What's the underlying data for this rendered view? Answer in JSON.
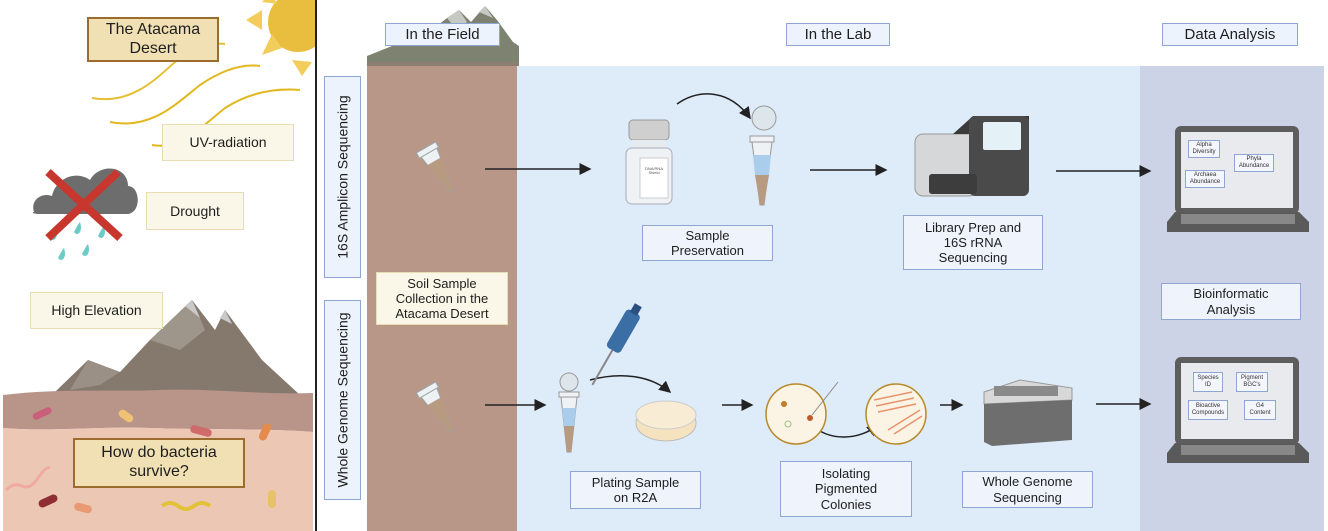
{
  "left_panel": {
    "title": "The Atacama Desert",
    "factors": [
      "UV-radiation",
      "Drought",
      "High Elevation"
    ],
    "question": "How do bacteria survive?",
    "colors": {
      "sun": "#e9bd3d",
      "soil_dark": "#b89487",
      "soil_light": "#ecc8b4",
      "cross": "#c8372d",
      "cloud": "#6d6d6d",
      "rain": "#6ccbc6"
    }
  },
  "headers": {
    "field": "In the Field",
    "lab": "In the Lab",
    "analysis": "Data Analysis"
  },
  "rows": {
    "top": "16S Amplicon Sequencing",
    "bottom": "Whole Genome Sequencing"
  },
  "field": {
    "step": "Soil Sample\nCollection in the\nAtacama Desert",
    "color": "#b89688"
  },
  "lab": {
    "top_steps": [
      {
        "label": "Sample\nPreservation",
        "icon": "reagent-bottle-and-tube",
        "bottle_label": "DNA/RNA\nShield"
      },
      {
        "label": "Library Prep and\n16S rRNA\nSequencing",
        "icon": "sequencer"
      }
    ],
    "bottom_steps": [
      {
        "label": "Plating Sample\non R2A",
        "icon": "pipette-tube-petri"
      },
      {
        "label": "Isolating\nPigmented\nColonies",
        "icon": "petri-dishes"
      },
      {
        "label": "Whole Genome\nSequencing",
        "icon": "genome-sequencer"
      }
    ],
    "color": "#deebf9"
  },
  "analysis": {
    "label": "Bioinformatic\nAnalysis",
    "top_laptop": [
      "Alpha\nDiversity",
      "Phyla\nAbundance",
      "Archaea\nAbundance"
    ],
    "bottom_laptop": [
      "Species\nID",
      "Pigment\nBGC's",
      "Bioactive\nCompounds",
      "G4\nContent"
    ],
    "color": "#cdd3e7"
  }
}
